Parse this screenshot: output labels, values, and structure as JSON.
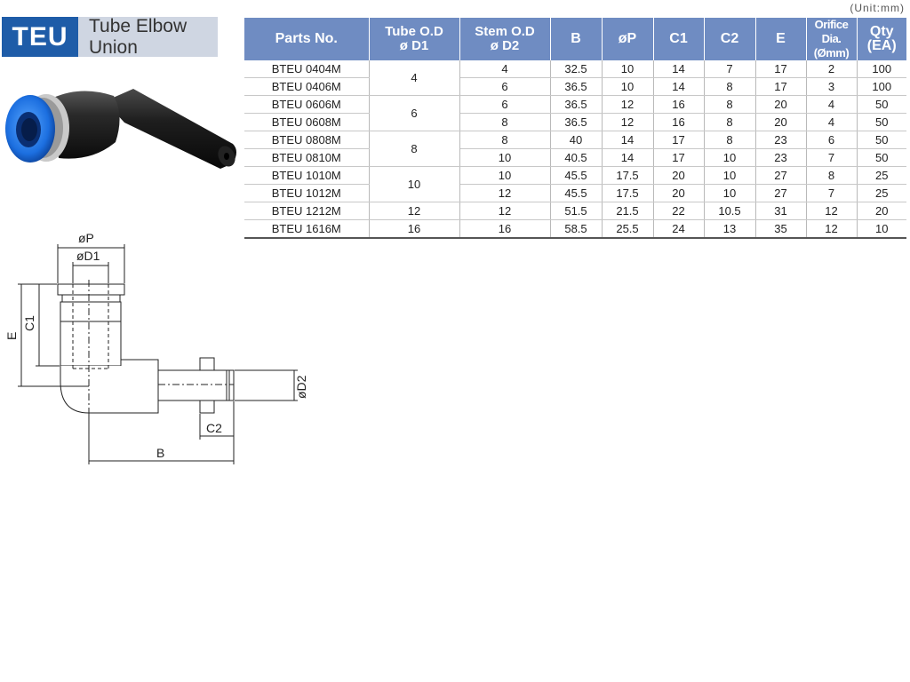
{
  "header": {
    "code": "TEU",
    "name": "Tube Elbow Union"
  },
  "unit_note": "(Unit:mm)",
  "drawing_labels": {
    "p": "øP",
    "d1": "øD1",
    "c1": "C1",
    "e": "E",
    "d2": "øD2",
    "c2": "C2",
    "b": "B"
  },
  "table": {
    "headers": [
      {
        "line1": "Parts No.",
        "line2": ""
      },
      {
        "line1": "Tube O.D",
        "line2": "ø D1"
      },
      {
        "line1": "Stem O.D",
        "line2": "ø D2"
      },
      {
        "line1": "B",
        "line2": ""
      },
      {
        "line1": "øP",
        "line2": ""
      },
      {
        "line1": "C1",
        "line2": ""
      },
      {
        "line1": "C2",
        "line2": ""
      },
      {
        "line1": "E",
        "line2": ""
      },
      {
        "line1": "Orifice Dia.",
        "line2": "(Ømm)"
      },
      {
        "line1": "Qty",
        "line2": "(EA)"
      }
    ],
    "rows": [
      {
        "part": "BTEU 0404M",
        "d1": "4",
        "d1_rowspan": 2,
        "d2": "4",
        "b": "32.5",
        "p": "10",
        "c1": "14",
        "c2": "7",
        "e": "17",
        "orifice": "2",
        "qty": "100"
      },
      {
        "part": "BTEU 0406M",
        "d1_rowspan": 0,
        "d2": "6",
        "b": "36.5",
        "p": "10",
        "c1": "14",
        "c2": "8",
        "e": "17",
        "orifice": "3",
        "qty": "100"
      },
      {
        "part": "BTEU 0606M",
        "d1": "6",
        "d1_rowspan": 2,
        "d2": "6",
        "b": "36.5",
        "p": "12",
        "c1": "16",
        "c2": "8",
        "e": "20",
        "orifice": "4",
        "qty": "50"
      },
      {
        "part": "BTEU 0608M",
        "d1_rowspan": 0,
        "d2": "8",
        "b": "36.5",
        "p": "12",
        "c1": "16",
        "c2": "8",
        "e": "20",
        "orifice": "4",
        "qty": "50"
      },
      {
        "part": "BTEU 0808M",
        "d1": "8",
        "d1_rowspan": 2,
        "d2": "8",
        "b": "40",
        "p": "14",
        "c1": "17",
        "c2": "8",
        "e": "23",
        "orifice": "6",
        "qty": "50"
      },
      {
        "part": "BTEU 0810M",
        "d1_rowspan": 0,
        "d2": "10",
        "b": "40.5",
        "p": "14",
        "c1": "17",
        "c2": "10",
        "e": "23",
        "orifice": "7",
        "qty": "50"
      },
      {
        "part": "BTEU 1010M",
        "d1": "10",
        "d1_rowspan": 2,
        "d2": "10",
        "b": "45.5",
        "p": "17.5",
        "c1": "20",
        "c2": "10",
        "e": "27",
        "orifice": "8",
        "qty": "25"
      },
      {
        "part": "BTEU 1012M",
        "d1_rowspan": 0,
        "d2": "12",
        "b": "45.5",
        "p": "17.5",
        "c1": "20",
        "c2": "10",
        "e": "27",
        "orifice": "7",
        "qty": "25"
      },
      {
        "part": "BTEU 1212M",
        "d1": "12",
        "d1_rowspan": 1,
        "d2": "12",
        "b": "51.5",
        "p": "21.5",
        "c1": "22",
        "c2": "10.5",
        "e": "31",
        "orifice": "12",
        "qty": "20"
      },
      {
        "part": "BTEU 1616M",
        "d1": "16",
        "d1_rowspan": 1,
        "d2": "16",
        "b": "58.5",
        "p": "25.5",
        "c1": "24",
        "c2": "13",
        "e": "35",
        "orifice": "12",
        "qty": "10"
      }
    ]
  },
  "colors": {
    "brand": "#1e5ca8",
    "header_bg": "#6f8cc2",
    "title_bg": "#cfd6e2",
    "fitting_blue": "#1c6fe0"
  }
}
